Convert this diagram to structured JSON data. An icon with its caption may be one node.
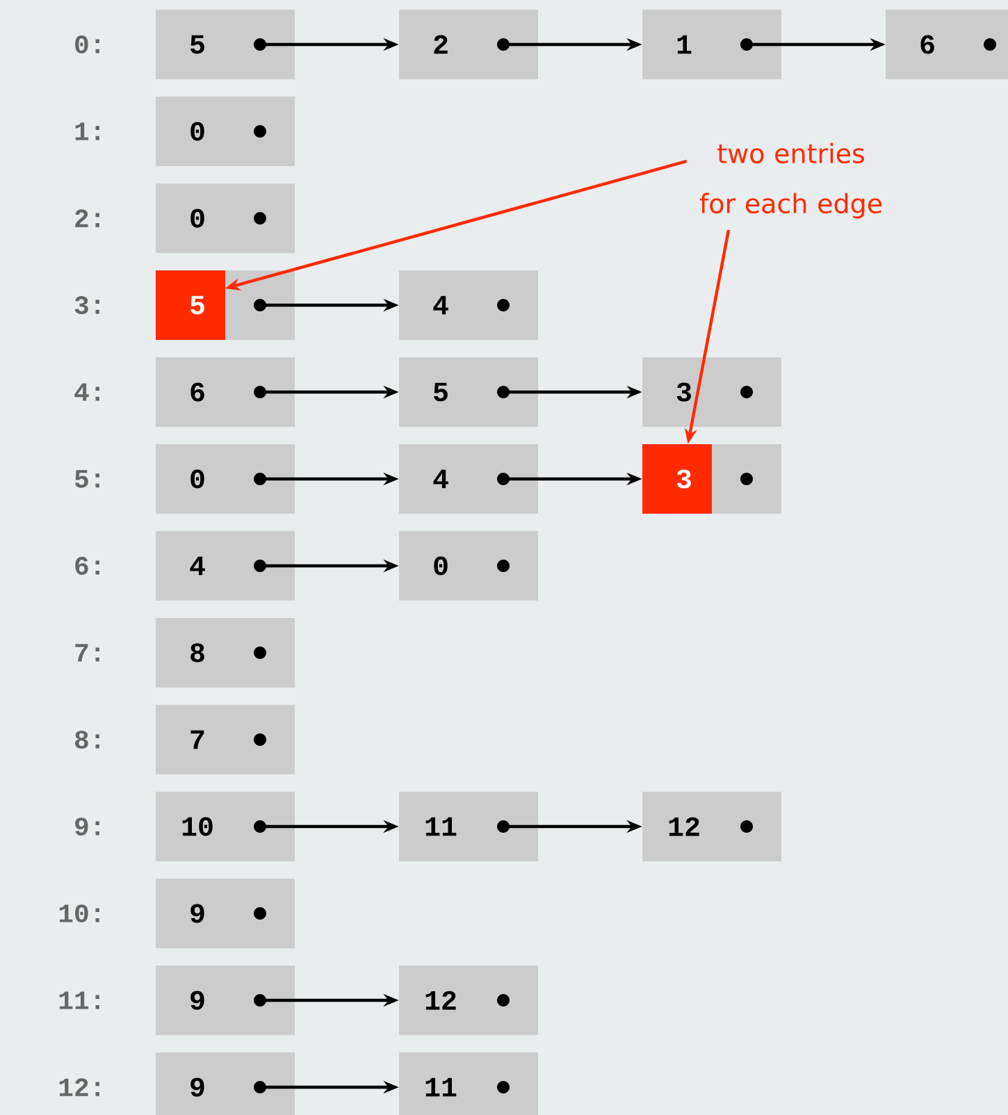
{
  "diagram": {
    "nodes": [
      {
        "text": [
          "5"
        ]
      },
      {
        "text": [
          "2"
        ]
      },
      {
        "text": [
          "1"
        ]
      },
      {
        "text": [
          "6"
        ]
      },
      {
        "text": [
          "0"
        ]
      },
      {
        "text": [
          "0"
        ]
      },
      {
        "text": [
          "5"
        ]
      },
      {
        "text": [
          "4"
        ]
      },
      {
        "text": [
          "6"
        ]
      },
      {
        "text": [
          "5"
        ]
      },
      {
        "text": [
          "3"
        ]
      },
      {
        "text": [
          "0"
        ]
      },
      {
        "text": [
          "4"
        ]
      },
      {
        "text": [
          "3"
        ]
      },
      {
        "text": [
          "4"
        ]
      },
      {
        "text": [
          "0"
        ]
      },
      {
        "text": [
          "8"
        ]
      },
      {
        "text": [
          "7"
        ]
      },
      {
        "text": [
          "10"
        ]
      },
      {
        "text": [
          "11"
        ]
      },
      {
        "text": [
          "12"
        ]
      },
      {
        "text": [
          "9"
        ]
      },
      {
        "text": [
          "9"
        ]
      },
      {
        "text": [
          "12"
        ]
      },
      {
        "text": [
          "9"
        ]
      },
      {
        "text": [
          "11"
        ]
      },
      {
        "text": [
          "two entries for each edge"
        ]
      }
    ],
    "edges": [
      {
        "from": 0,
        "to": 1,
        "arrow": "to"
      },
      {
        "from": 1,
        "to": 2,
        "arrow": "to"
      },
      {
        "from": 2,
        "to": 3,
        "arrow": "to"
      },
      {
        "from": 6,
        "to": 7,
        "arrow": "to"
      },
      {
        "from": 8,
        "to": 9,
        "arrow": "to"
      },
      {
        "from": 9,
        "to": 10,
        "arrow": "to"
      },
      {
        "from": 11,
        "to": 12,
        "arrow": "to"
      },
      {
        "from": 12,
        "to": 13,
        "arrow": "to"
      },
      {
        "from": 14,
        "to": 15,
        "arrow": "to"
      },
      {
        "from": 18,
        "to": 19,
        "arrow": "to"
      },
      {
        "from": 19,
        "to": 20,
        "arrow": "to"
      },
      {
        "from": 22,
        "to": 23,
        "arrow": "to"
      },
      {
        "from": 24,
        "to": 25,
        "arrow": "to"
      },
      {
        "from": 26,
        "to": 6,
        "arrow": "to",
        "color": "#ff2a00"
      },
      {
        "from": 26,
        "to": 13,
        "arrow": "to",
        "color": "#ff2a00"
      }
    ],
    "labels": [
      "0:",
      "1:",
      "2:",
      "3:",
      "4:",
      "5:",
      "6:",
      "7:",
      "8:",
      "9:",
      "10:",
      "11:",
      "12:"
    ]
  }
}
